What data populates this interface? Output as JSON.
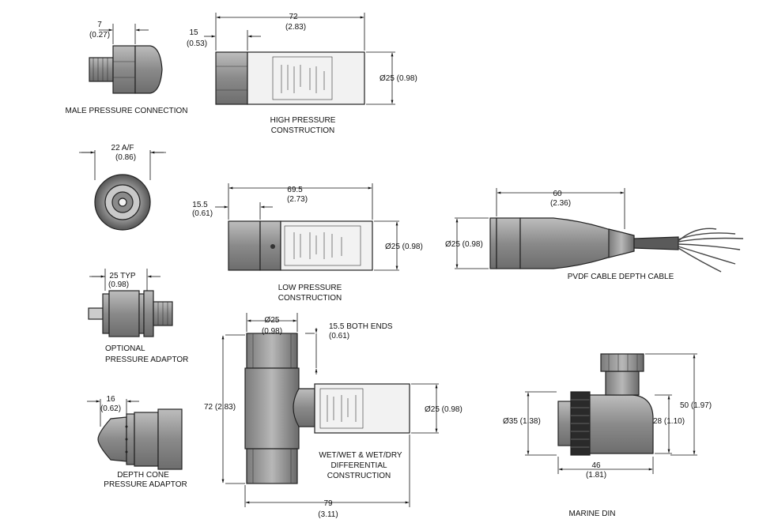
{
  "labels": {
    "male_connection": "MALE PRESSURE CONNECTION",
    "high_pressure_1": "HIGH PRESSURE",
    "high_pressure_2": "CONSTRUCTION",
    "low_pressure_1": "LOW PRESSURE",
    "low_pressure_2": "CONSTRUCTION",
    "pvdf": "PVDF CABLE DEPTH CABLE",
    "optional_1": "OPTIONAL",
    "optional_2": "PRESSURE ADAPTOR",
    "depth_cone_1": "DEPTH CONE",
    "depth_cone_2": "PRESSURE ADAPTOR",
    "wet_1": "WET/WET & WET/DRY",
    "wet_2": "DIFFERENTIAL",
    "wet_3": "CONSTRUCTION",
    "marine": "MARINE DIN"
  },
  "dimensions": {
    "male_7": "7",
    "male_7_in": "(0.27)",
    "af_22": "22  A/F",
    "af_22_in": "(0.86)",
    "typ_25": "25  TYP",
    "typ_25_in": "(0.98)",
    "cone_16": "16",
    "cone_16_in": "(0.62)",
    "hp_72": "72",
    "hp_72_in": "(2.83)",
    "hp_15": "15",
    "hp_15_in": "(0.53)",
    "hp_dia": "Ø25 (0.98)",
    "lp_695": "69.5",
    "lp_695_in": "(2.73)",
    "lp_155": "15.5",
    "lp_155_in": "(0.61)",
    "lp_dia": "Ø25 (0.98)",
    "pvdf_60": "60",
    "pvdf_60_in": "(2.36)",
    "pvdf_dia": "Ø25 (0.98)",
    "diff_dia": "Ø25",
    "diff_dia_in": "(0.98)",
    "diff_155": "15.5   BOTH ENDS",
    "diff_155_in": "(0.61)",
    "diff_72": "72  (2.83)",
    "diff_dia_r": "Ø25  (0.98)",
    "diff_79": "79",
    "diff_79_in": "(3.11)",
    "din_35": "Ø35 (1.38)",
    "din_28": "28 (1.10)",
    "din_50": "50 (1.97)",
    "din_46": "46",
    "din_46_in": "(1.81)"
  }
}
